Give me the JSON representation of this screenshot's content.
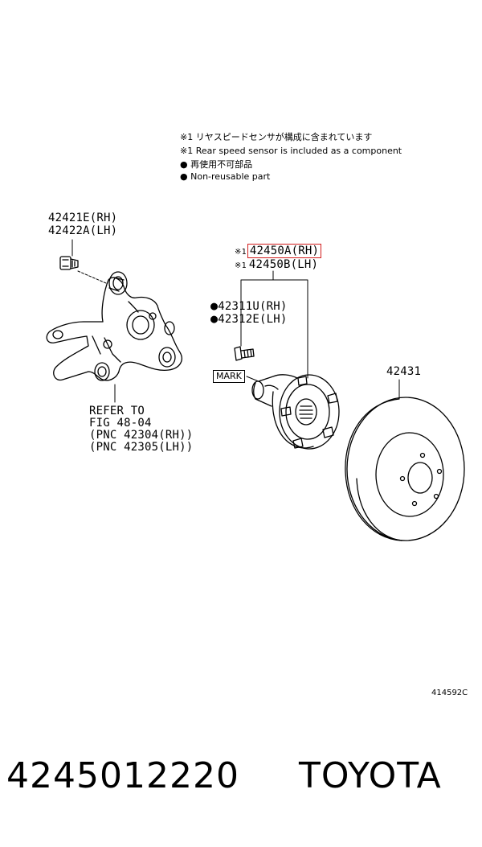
{
  "notes": [
    {
      "marker": "※1",
      "text": "リヤスピードセンサが構成に含まれています"
    },
    {
      "marker": "※1",
      "text": "Rear speed sensor is included as a component"
    },
    {
      "marker": "●",
      "text": "再使用不可部品"
    },
    {
      "marker": "●",
      "text": "Non-reusable part"
    }
  ],
  "knuckle_bolt": {
    "rh": "42421E(RH)",
    "lh": "42422A(LH)"
  },
  "hub_assembly": {
    "marker": "※1",
    "rh": "42450A(RH)",
    "lh": "42450B(LH)",
    "highlight_color": "#d21c1c"
  },
  "hub_bolt": {
    "marker": "●",
    "rh": "42311U(RH)",
    "lh": "42312E(LH)"
  },
  "mark_label": "MARK",
  "disc": {
    "part_no": "42431"
  },
  "refer": {
    "line1": "REFER TO",
    "line2": "FIG 48-04",
    "line3": "(PNC 42304(RH))",
    "line4": "(PNC 42305(LH))"
  },
  "illustration_id": "414592C",
  "footer": {
    "part_number": "4245012220",
    "brand": "TOYOTA"
  }
}
